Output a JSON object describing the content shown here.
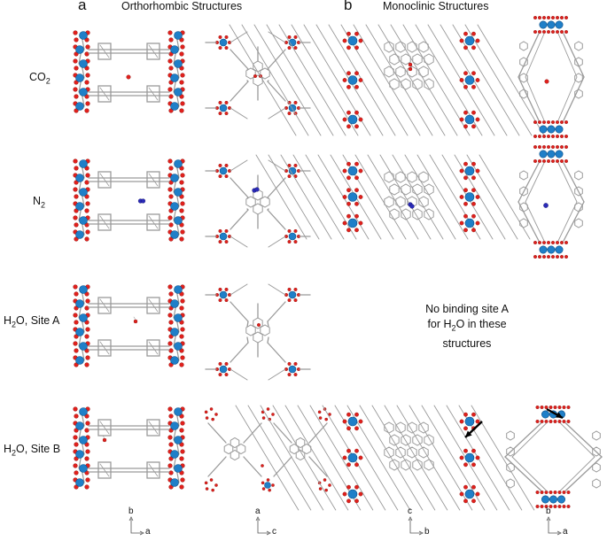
{
  "panels": {
    "a": {
      "letter": "a",
      "title": "Orthorhombic Structures"
    },
    "b": {
      "letter": "b",
      "title": "Monoclinic Structures"
    }
  },
  "rows": [
    {
      "label_main": "CO",
      "label_sub": "2",
      "label_tail": ""
    },
    {
      "label_main": "N",
      "label_sub": "2",
      "label_tail": ""
    },
    {
      "label_main": "H",
      "label_sub": "2",
      "label_tail": "O, Site A"
    },
    {
      "label_main": "H",
      "label_sub": "2",
      "label_tail": "O, Site B"
    }
  ],
  "note": {
    "line1": "No binding site A",
    "line2_pre": "for H",
    "line2_sub": "2",
    "line2_post": "O in these",
    "line3": "structures"
  },
  "axes": [
    {
      "up": "b",
      "right": "a"
    },
    {
      "up": "a",
      "right": "c"
    },
    {
      "up": "c",
      "right": "b"
    },
    {
      "up": "b",
      "right": "a"
    }
  ],
  "colors": {
    "metal": "#1f7fc8",
    "oxygen": "#e0201c",
    "framework": "#9a9a9a",
    "nitrogen": "#2a2ab8"
  }
}
